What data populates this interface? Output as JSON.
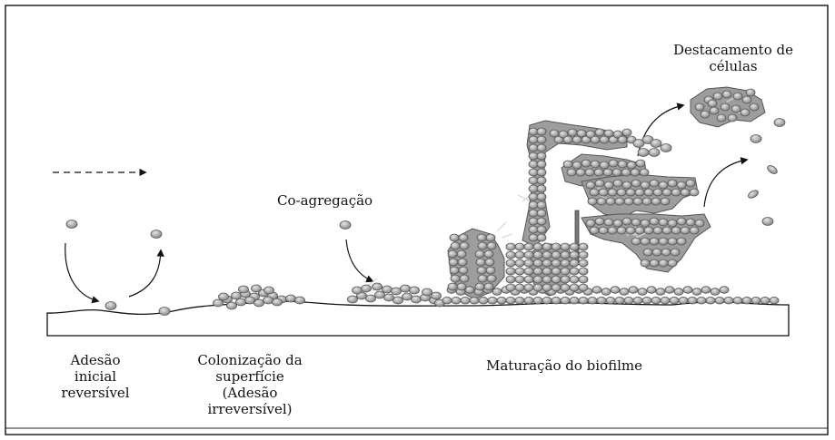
{
  "labels": {
    "destacamento": [
      "Destacamento de",
      "células"
    ],
    "coagregacao": "Co-agregação",
    "adesao": [
      "Adesão",
      "inicial",
      "reversível"
    ],
    "colonizacao": [
      "Colonização da",
      "superfície",
      "(Adesão",
      "irreversível)"
    ],
    "maturacao": "Maturação do biofilme"
  },
  "colors": {
    "cell_fill": "#b4b4b4",
    "cell_stroke": "#555555",
    "matrix_fill": "#9a9a9a",
    "line": "#111111",
    "background": "#ffffff"
  }
}
